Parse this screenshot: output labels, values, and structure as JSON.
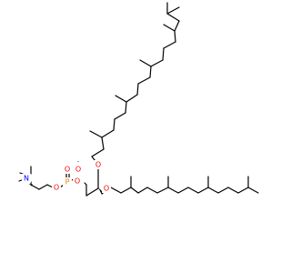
{
  "molecule": {
    "atoms": {
      "o_ether_upper": "O",
      "o_ether_lower": "O",
      "o_phosphate_link": "O",
      "phosphorus": "P",
      "o_phosphate_double": "O",
      "o_phosphate_minus": "O",
      "minus_charge": "-",
      "o_phosphate_choline": "O",
      "nitrogen": "N",
      "plus_charge": "+"
    },
    "colors": {
      "bond": "#000000",
      "oxygen": "#ff0000",
      "phosphorus": "#ff8000",
      "nitrogen": "#0000ff",
      "charge": "#000000"
    }
  }
}
